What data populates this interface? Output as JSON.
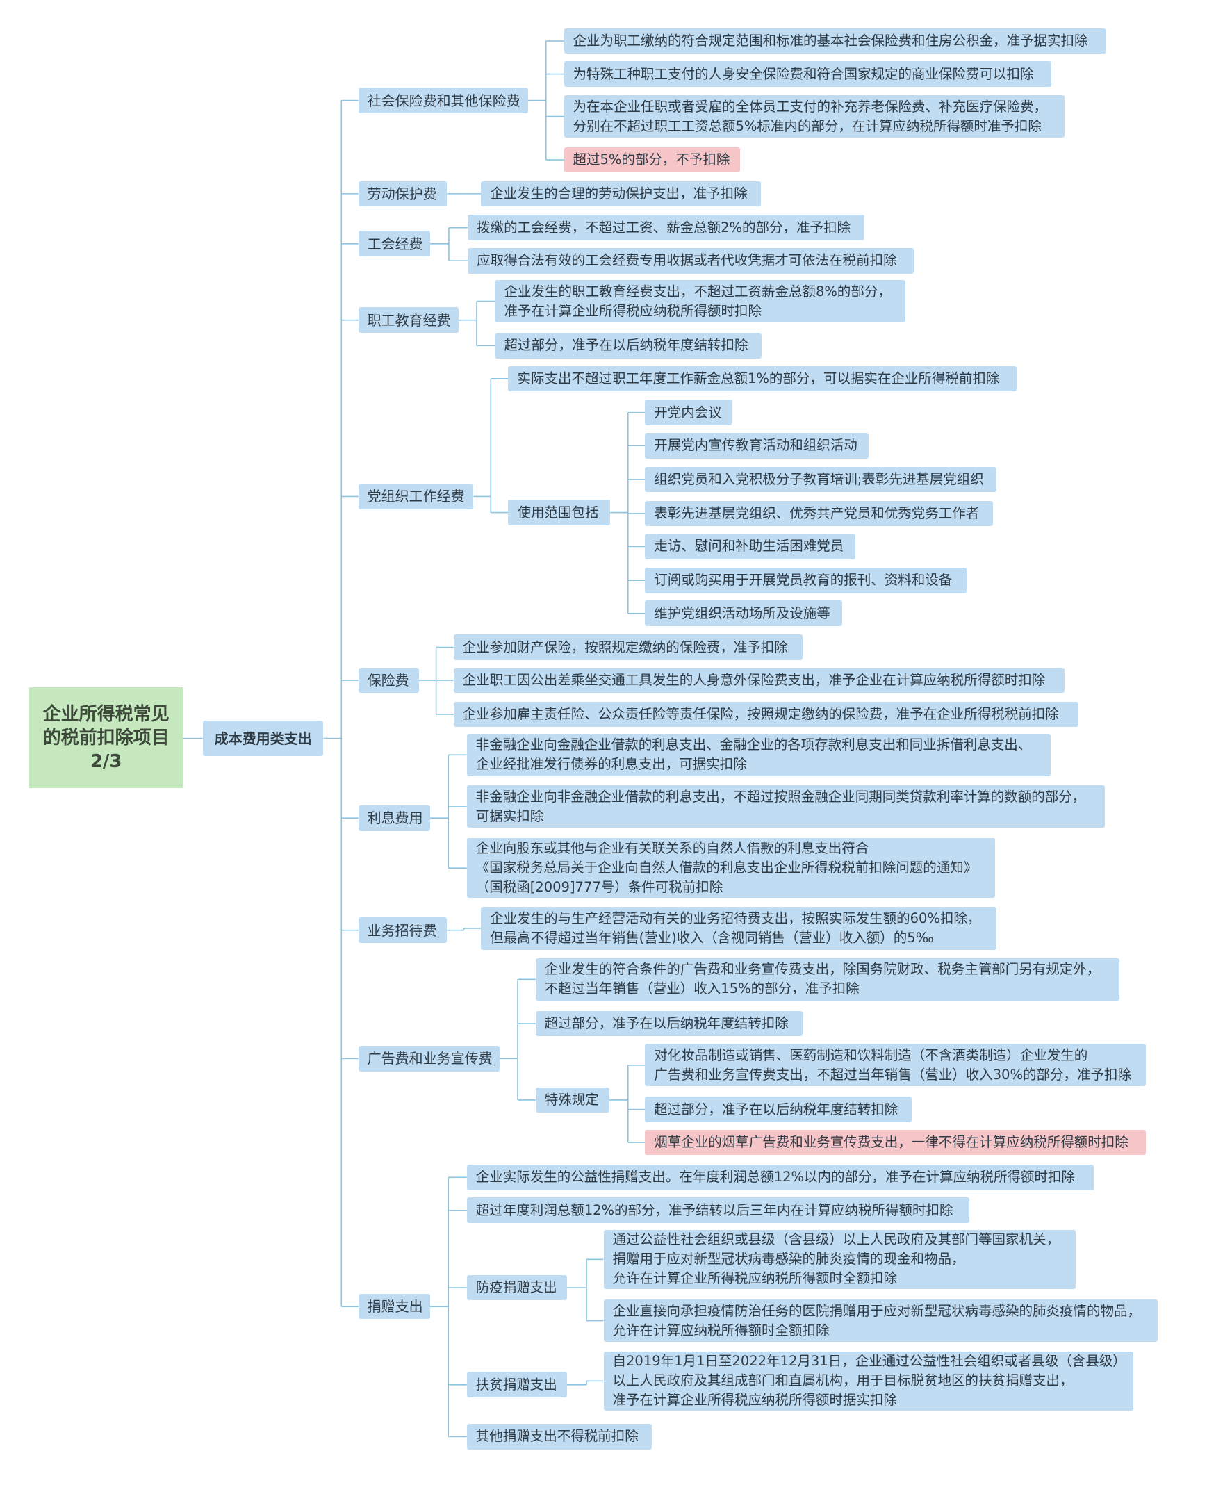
{
  "root": {
    "lines": [
      "企业所得税常见",
      "的税前扣除项目",
      "2/3"
    ]
  },
  "main": {
    "label": "成本费用类支出"
  },
  "categories": [
    {
      "label": "社会保险费和其他保险费",
      "items": [
        {
          "lines": [
            "企业为职工缴纳的符合规定范围和标准的基本社会保险费和住房公积金，准予据实扣除"
          ]
        },
        {
          "lines": [
            "为特殊工种职工支付的人身安全保险费和符合国家规定的商业保险费可以扣除"
          ]
        },
        {
          "lines": [
            "为在本企业任职或者受雇的全体员工支付的补充养老保险费、补充医疗保险费，",
            "分别在不超过职工工资总额5%标准内的部分，在计算应纳税所得额时准予扣除"
          ]
        },
        {
          "lines": [
            "超过5%的部分，不予扣除"
          ],
          "highlight": true
        }
      ]
    },
    {
      "label": "劳动保护费",
      "items": [
        {
          "lines": [
            "企业发生的合理的劳动保护支出，准予扣除"
          ]
        }
      ]
    },
    {
      "label": "工会经费",
      "items": [
        {
          "lines": [
            "拨缴的工会经费，不超过工资、薪金总额2%的部分，准予扣除"
          ]
        },
        {
          "lines": [
            "应取得合法有效的工会经费专用收据或者代收凭据才可依法在税前扣除"
          ]
        }
      ]
    },
    {
      "label": "职工教育经费",
      "items": [
        {
          "lines": [
            "企业发生的职工教育经费支出，不超过工资薪金总额8%的部分，",
            "准予在计算企业所得税应纳税所得额时扣除"
          ]
        },
        {
          "lines": [
            "超过部分，准予在以后纳税年度结转扣除"
          ]
        }
      ]
    },
    {
      "label": "党组织工作经费",
      "items": [
        {
          "lines": [
            "实际支出不超过职工年度工作薪金总额1%的部分，可以据实在企业所得税前扣除"
          ]
        },
        {
          "label": "使用范围包括",
          "items": [
            {
              "lines": [
                "开党内会议"
              ]
            },
            {
              "lines": [
                "开展党内宣传教育活动和组织活动"
              ]
            },
            {
              "lines": [
                "组织党员和入党积极分子教育培训;表彰先进基层党组织"
              ]
            },
            {
              "lines": [
                "表彰先进基层党组织、优秀共产党员和优秀党务工作者"
              ]
            },
            {
              "lines": [
                "走访、慰问和补助生活困难党员"
              ]
            },
            {
              "lines": [
                "订阅或购买用于开展党员教育的报刊、资料和设备"
              ]
            },
            {
              "lines": [
                "维护党组织活动场所及设施等"
              ]
            }
          ]
        }
      ]
    },
    {
      "label": "保险费",
      "items": [
        {
          "lines": [
            "企业参加财产保险，按照规定缴纳的保险费，准予扣除"
          ]
        },
        {
          "lines": [
            "企业职工因公出差乘坐交通工具发生的人身意外保险费支出，准予企业在计算应纳税所得额时扣除"
          ]
        },
        {
          "lines": [
            "企业参加雇主责任险、公众责任险等责任保险，按照规定缴纳的保险费，准予在企业所得税税前扣除"
          ]
        }
      ]
    },
    {
      "label": "利息费用",
      "items": [
        {
          "lines": [
            "非金融企业向金融企业借款的利息支出、金融企业的各项存款利息支出和同业拆借利息支出、",
            "企业经批准发行债券的利息支出，可据实扣除"
          ]
        },
        {
          "lines": [
            "非金融企业向非金融企业借款的利息支出，不超过按照金融企业同期同类贷款利率计算的数额的部分，",
            "可据实扣除"
          ]
        },
        {
          "lines": [
            "企业向股东或其他与企业有关联关系的自然人借款的利息支出符合",
            "《国家税务总局关于企业向自然人借款的利息支出企业所得税税前扣除问题的通知》",
            "（国税函[2009]777号）条件可税前扣除"
          ]
        }
      ]
    },
    {
      "label": "业务招待费",
      "items": [
        {
          "lines": [
            "企业发生的与生产经营活动有关的业务招待费支出，按照实际发生额的60%扣除，",
            "但最高不得超过当年销售(营业)收入（含视同销售（营业）收入额）的5‰"
          ]
        }
      ]
    },
    {
      "label": "广告费和业务宣传费",
      "items": [
        {
          "lines": [
            "企业发生的符合条件的广告费和业务宣传费支出，除国务院财政、税务主管部门另有规定外，",
            "不超过当年销售（营业）收入15%的部分，准予扣除"
          ]
        },
        {
          "lines": [
            "超过部分，准予在以后纳税年度结转扣除"
          ]
        },
        {
          "label": "特殊规定",
          "items": [
            {
              "lines": [
                "对化妆品制造或销售、医药制造和饮料制造（不含酒类制造）企业发生的",
                "广告费和业务宣传费支出，不超过当年销售（营业）收入30%的部分，准予扣除"
              ]
            },
            {
              "lines": [
                "超过部分，准予在以后纳税年度结转扣除"
              ]
            },
            {
              "lines": [
                "烟草企业的烟草广告费和业务宣传费支出，一律不得在计算应纳税所得额时扣除"
              ],
              "highlight": true
            }
          ]
        }
      ]
    },
    {
      "label": "捐赠支出",
      "items": [
        {
          "lines": [
            "企业实际发生的公益性捐赠支出。在年度利润总额12%以内的部分，准予在计算应纳税所得额时扣除"
          ]
        },
        {
          "lines": [
            "超过年度利润总额12%的部分，准予结转以后三年内在计算应纳税所得额时扣除"
          ]
        },
        {
          "label": "防疫捐赠支出",
          "items": [
            {
              "lines": [
                "通过公益性社会组织或县级（含县级）以上人民政府及其部门等国家机关，",
                "捐赠用于应对新型冠状病毒感染的肺炎疫情的现金和物品，",
                "允许在计算企业所得税应纳税所得额时全额扣除"
              ]
            },
            {
              "lines": [
                "企业直接向承担疫情防治任务的医院捐赠用于应对新型冠状病毒感染的肺炎疫情的物品，",
                "允许在计算应纳税所得额时全额扣除"
              ]
            }
          ]
        },
        {
          "label": "扶贫捐赠支出",
          "items": [
            {
              "lines": [
                "自2019年1月1日至2022年12月31日，企业通过公益性社会组织或者县级（含县级）",
                "以上人民政府及其组成部门和直属机构，用于目标脱贫地区的扶贫捐赠支出，",
                "准予在计算企业所得税应纳税所得额时据实扣除"
              ]
            }
          ]
        },
        {
          "lines": [
            "其他捐赠支出不得税前扣除"
          ]
        }
      ]
    }
  ],
  "colors": {
    "node": "#bfdcf3",
    "highlight": "#f5c5c8",
    "root": "#c6e8bf",
    "line": "#8cc4e0"
  }
}
